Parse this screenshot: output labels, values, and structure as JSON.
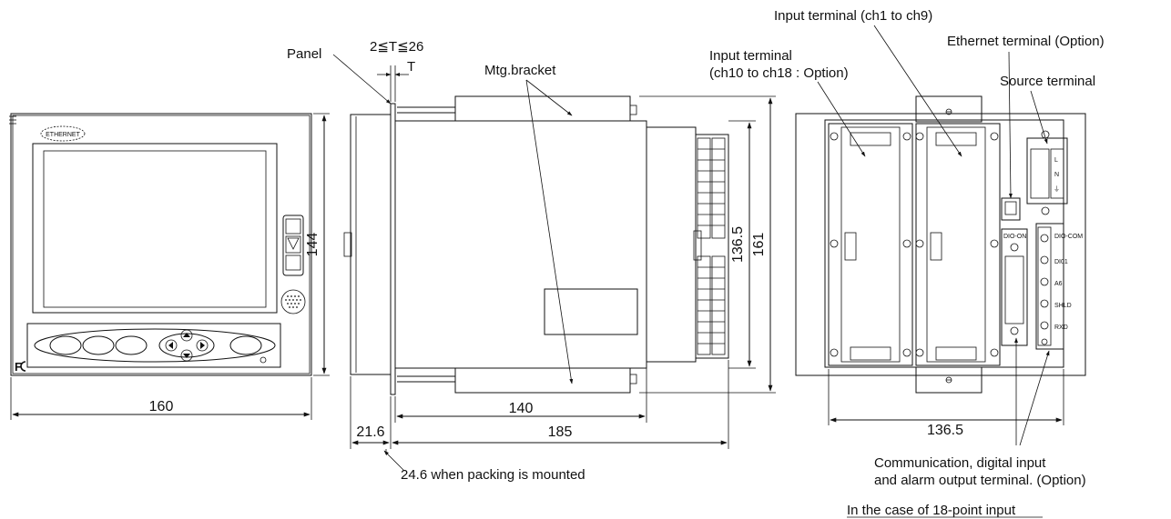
{
  "labels": {
    "panel": "Panel",
    "thickness": "2≦T≦26",
    "t": "T",
    "mtg_bracket": "Mtg.bracket",
    "input_10_18_line1": "Input terminal",
    "input_10_18_line2": "(ch10 to ch18 : Option)",
    "input_1_9": "Input terminal (ch1 to ch9)",
    "ethernet_terminal": "Ethernet terminal (Option)",
    "source_terminal": "Source terminal",
    "comm_line1": "Communication, digital input",
    "comm_line2": "and alarm output terminal. (Option)",
    "case_note": "In the case of 18-point input",
    "packing_note": "24.6 when packing is mounted",
    "ethernet_badge": "ETHERNET",
    "dio_on": "DIO-ON"
  },
  "dimensions": {
    "front_width": "160",
    "front_height": "144",
    "depth_140": "140",
    "depth_185": "185",
    "front_depth": "21.6",
    "height_136": "136.5",
    "height_161": "161",
    "rear_width": "136.5"
  },
  "terminal_labels": {
    "source": [
      "L",
      "N",
      "⏚"
    ],
    "comm": [
      "DIO-COM",
      "DI01",
      "A6",
      "SHLD",
      "RXD"
    ]
  }
}
